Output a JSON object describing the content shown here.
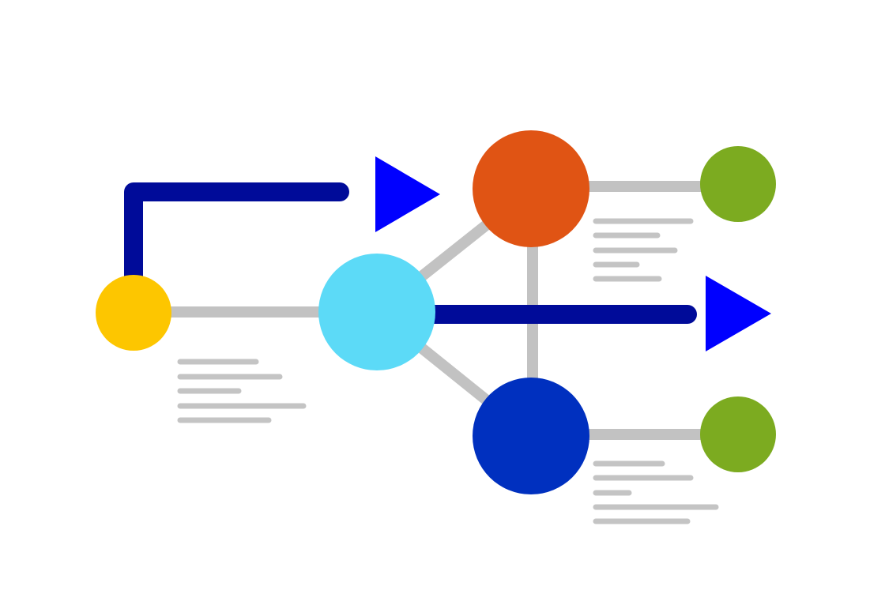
{
  "colors": {
    "background": "#ffffff",
    "connector": "#c2c2c2",
    "flow_path": "#000b99",
    "arrow": "#0000ff",
    "text_line": "#c4c4c4",
    "node_start": "#fdc600",
    "node_hub": "#5cdaf7",
    "node_upper": "#e05414",
    "node_lower": "#0030bf",
    "node_leaf": "#7cab20"
  },
  "nodes": [
    {
      "id": "start",
      "color_key": "node_start"
    },
    {
      "id": "hub",
      "color_key": "node_hub"
    },
    {
      "id": "upper",
      "color_key": "node_upper"
    },
    {
      "id": "lower",
      "color_key": "node_lower"
    },
    {
      "id": "leaf-top",
      "color_key": "node_leaf"
    },
    {
      "id": "leaf-bottom",
      "color_key": "node_leaf"
    }
  ],
  "edges": [
    {
      "from": "start",
      "to": "hub"
    },
    {
      "from": "hub",
      "to": "upper"
    },
    {
      "from": "hub",
      "to": "lower"
    },
    {
      "from": "upper",
      "to": "lower"
    },
    {
      "from": "upper",
      "to": "leaf-top"
    },
    {
      "from": "lower",
      "to": "leaf-bottom"
    }
  ],
  "flows": [
    {
      "id": "flow-top",
      "from": "start",
      "direction": "right"
    },
    {
      "id": "flow-middle",
      "from": "hub",
      "direction": "right"
    }
  ],
  "text_placeholder_blocks": [
    {
      "near": "start",
      "line_count": 5
    },
    {
      "near": "upper",
      "line_count": 5
    },
    {
      "near": "lower",
      "line_count": 5
    }
  ]
}
